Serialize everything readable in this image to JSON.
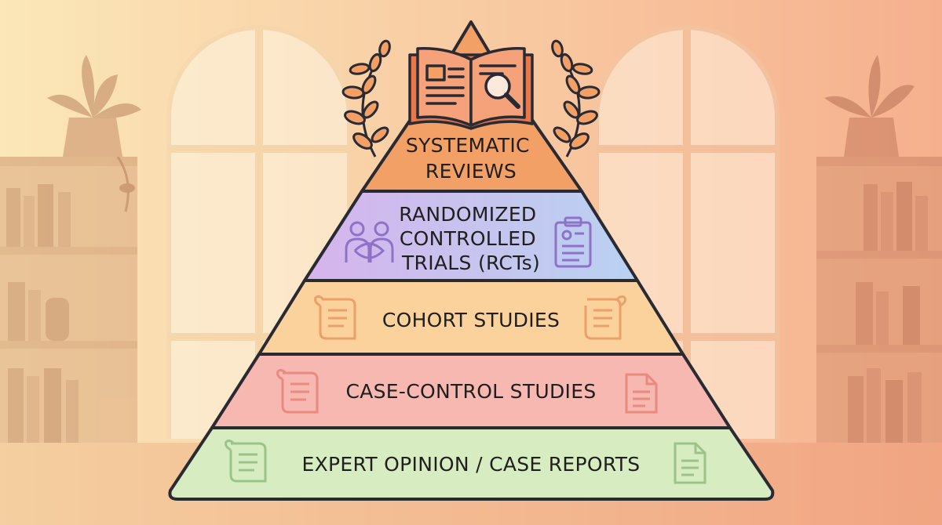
{
  "colors": {
    "background_left": "#fbe7b8",
    "background_right": "#f6b08e",
    "outline": "#2a2a33",
    "tier_1": "#f2a066",
    "tier_2": "#c9b3ea",
    "tier_3": "#fbd29b",
    "tier_4": "#f6b8b0",
    "tier_5": "#d8ecc1"
  },
  "pyramid": {
    "top_icon": "open-book-magnifier-icon",
    "tiers": [
      {
        "lines": [
          "SYSTEMATIC",
          "REVIEWS"
        ],
        "icons": []
      },
      {
        "lines": [
          "RANDOMIZED",
          "CONTROLLED",
          "TRIALS (RCTs)"
        ],
        "icons": [
          "linked-people-icon",
          "clipboard-profile-icon"
        ]
      },
      {
        "lines": [
          "COHORT STUDIES"
        ],
        "icons": [
          "scroll-icon",
          "scroll-icon"
        ]
      },
      {
        "lines": [
          "CASE-CONTROL STUDIES"
        ],
        "icons": [
          "scroll-icon",
          "document-icon"
        ]
      },
      {
        "lines": [
          "EXPERT OPINION / CASE REPORTS"
        ],
        "icons": [
          "scroll-icon",
          "document-icon"
        ]
      }
    ]
  }
}
